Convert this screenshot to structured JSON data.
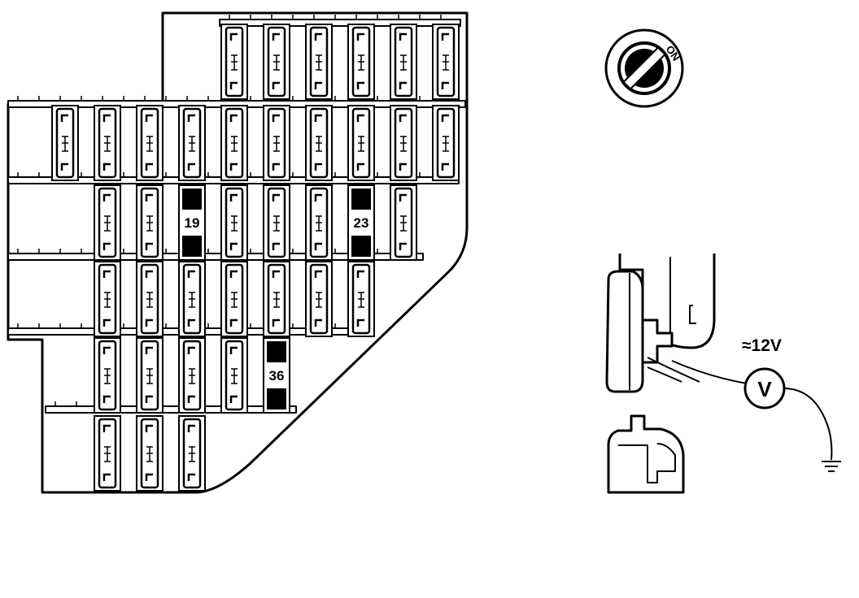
{
  "fuse_box": {
    "fuses": [
      {
        "row": 1,
        "col": 5,
        "state": "present"
      },
      {
        "row": 1,
        "col": 6,
        "state": "present"
      },
      {
        "row": 1,
        "col": 7,
        "state": "present"
      },
      {
        "row": 1,
        "col": 8,
        "state": "present"
      },
      {
        "row": 1,
        "col": 9,
        "state": "present"
      },
      {
        "row": 1,
        "col": 10,
        "state": "present"
      },
      {
        "row": 2,
        "col": 1,
        "state": "present"
      },
      {
        "row": 2,
        "col": 2,
        "state": "present"
      },
      {
        "row": 2,
        "col": 3,
        "state": "present"
      },
      {
        "row": 2,
        "col": 4,
        "state": "present"
      },
      {
        "row": 2,
        "col": 5,
        "state": "present"
      },
      {
        "row": 2,
        "col": 6,
        "state": "present"
      },
      {
        "row": 2,
        "col": 7,
        "state": "present"
      },
      {
        "row": 2,
        "col": 8,
        "state": "present"
      },
      {
        "row": 2,
        "col": 9,
        "state": "present"
      },
      {
        "row": 2,
        "col": 10,
        "state": "present"
      },
      {
        "row": 3,
        "col": 2,
        "state": "present"
      },
      {
        "row": 3,
        "col": 3,
        "state": "present"
      },
      {
        "row": 3,
        "col": 4,
        "state": "removed",
        "label": "19"
      },
      {
        "row": 3,
        "col": 5,
        "state": "present"
      },
      {
        "row": 3,
        "col": 6,
        "state": "present"
      },
      {
        "row": 3,
        "col": 7,
        "state": "present"
      },
      {
        "row": 3,
        "col": 8,
        "state": "removed",
        "label": "23"
      },
      {
        "row": 3,
        "col": 9,
        "state": "present"
      },
      {
        "row": 4,
        "col": 2,
        "state": "present"
      },
      {
        "row": 4,
        "col": 3,
        "state": "present"
      },
      {
        "row": 4,
        "col": 4,
        "state": "present"
      },
      {
        "row": 4,
        "col": 5,
        "state": "present"
      },
      {
        "row": 4,
        "col": 6,
        "state": "present"
      },
      {
        "row": 4,
        "col": 7,
        "state": "present"
      },
      {
        "row": 4,
        "col": 8,
        "state": "present"
      },
      {
        "row": 5,
        "col": 2,
        "state": "present"
      },
      {
        "row": 5,
        "col": 3,
        "state": "present"
      },
      {
        "row": 5,
        "col": 4,
        "state": "present"
      },
      {
        "row": 5,
        "col": 5,
        "state": "present"
      },
      {
        "row": 5,
        "col": 6,
        "state": "removed",
        "label": "36"
      },
      {
        "row": 6,
        "col": 2,
        "state": "present"
      },
      {
        "row": 6,
        "col": 3,
        "state": "present"
      },
      {
        "row": 6,
        "col": 4,
        "state": "present"
      }
    ]
  },
  "ignition": {
    "label": "ON"
  },
  "test": {
    "voltage_label": "≈12V",
    "meter_symbol": "V"
  }
}
